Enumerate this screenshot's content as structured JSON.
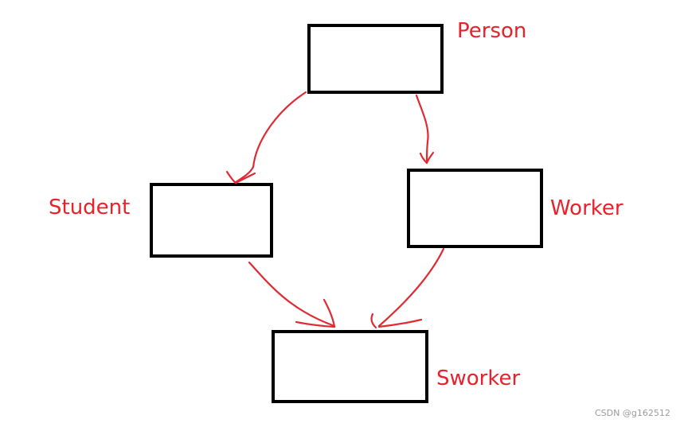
{
  "diagram": {
    "nodes": [
      {
        "id": "person",
        "label": "Person"
      },
      {
        "id": "student",
        "label": "Student"
      },
      {
        "id": "worker",
        "label": "Worker"
      },
      {
        "id": "sworker",
        "label": "Sworker"
      }
    ],
    "edges": [
      {
        "from": "person",
        "to": "student"
      },
      {
        "from": "person",
        "to": "worker"
      },
      {
        "from": "student",
        "to": "sworker"
      },
      {
        "from": "worker",
        "to": "sworker"
      }
    ]
  },
  "watermark": "CSDN @g162512",
  "colors": {
    "label": "#e8212b",
    "arrow": "#e02a33",
    "box_stroke": "#000000",
    "watermark": "#9a9a9a"
  }
}
